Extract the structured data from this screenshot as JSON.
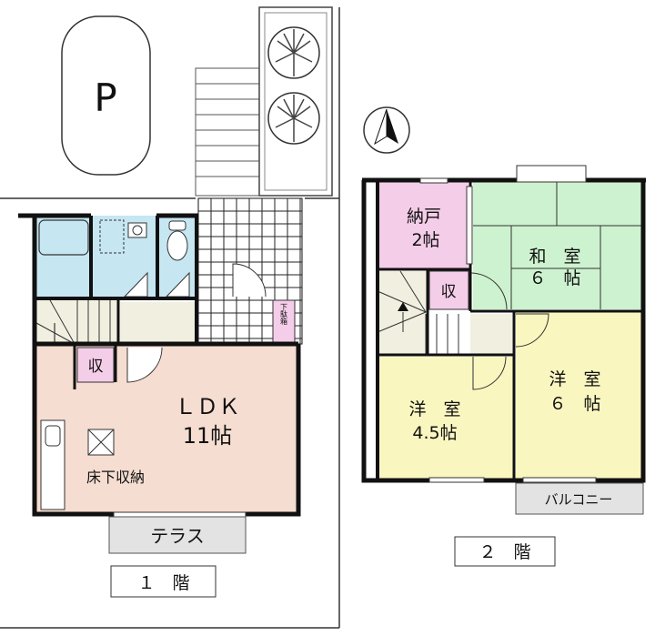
{
  "colors": {
    "wall": "#111111",
    "bath": "#c6e6f2",
    "ldk": "#f6ddd1",
    "storage": "#f4cde9",
    "washitsu": "#cdf2cf",
    "yoshitsu": "#faf6c0",
    "hall": "#f1f0e0",
    "exterior": "#e3e3e3"
  },
  "floor1": {
    "parking": "P",
    "ldk_name": "ＬＤＫ",
    "ldk_size": "11帖",
    "underfloor_storage": "床下収納",
    "closet": "収",
    "shoe_cabinet": "下駄箱",
    "terrace": "テラス",
    "floor_label": "１　階"
  },
  "floor2": {
    "storeroom_name": "納戸",
    "storeroom_size": "2帖",
    "washitsu_name": "和　室",
    "washitsu_size": "６　帖",
    "closet": "収",
    "yoshitsu_a_name": "洋　室",
    "yoshitsu_a_size": "4.5帖",
    "yoshitsu_b_name": "洋　室",
    "yoshitsu_b_size": "６　帖",
    "balcony": "バルコニー",
    "floor_label": "２　階"
  },
  "compass": {
    "icon": "north-arrow-icon"
  }
}
